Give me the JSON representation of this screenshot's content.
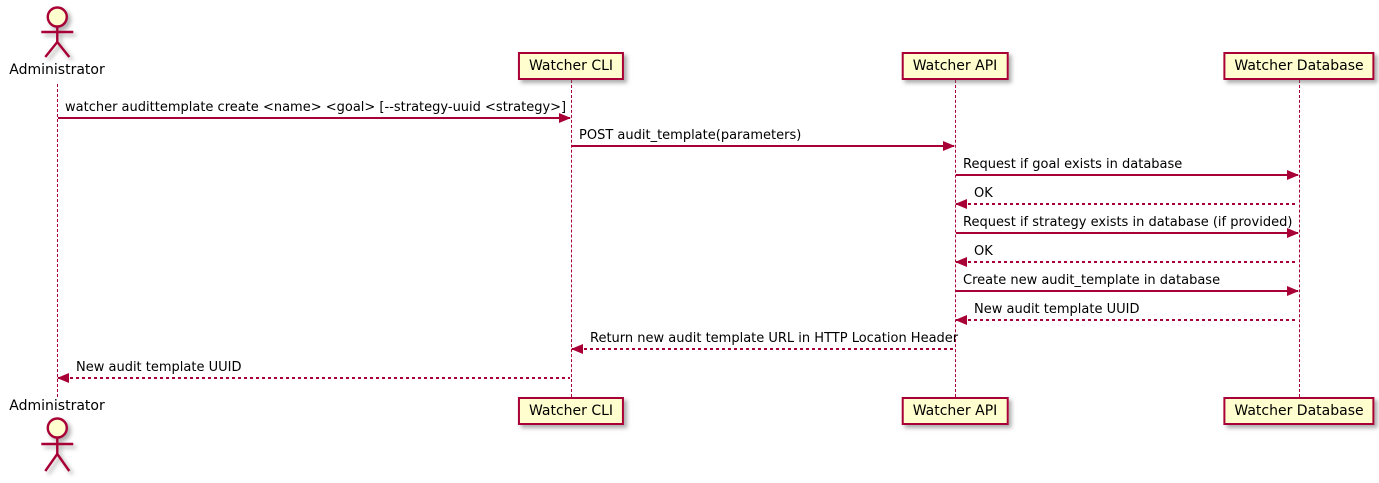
{
  "diagram": {
    "type": "uml-sequence",
    "colors": {
      "stroke": "#A80036",
      "box_fill": "#FEFECE",
      "text": "#000000",
      "background": "#ffffff"
    },
    "actors": [
      {
        "id": "admin",
        "label": "Administrator"
      }
    ],
    "participants": [
      {
        "id": "cli",
        "label": "Watcher CLI"
      },
      {
        "id": "api",
        "label": "Watcher API"
      },
      {
        "id": "db",
        "label": "Watcher Database"
      }
    ],
    "messages": [
      {
        "from": "admin",
        "to": "cli",
        "style": "solid",
        "text": "watcher audittemplate create <name> <goal> [--strategy-uuid <strategy>]"
      },
      {
        "from": "cli",
        "to": "api",
        "style": "solid",
        "text": "POST audit_template(parameters)"
      },
      {
        "from": "api",
        "to": "db",
        "style": "solid",
        "text": "Request if goal exists in database"
      },
      {
        "from": "db",
        "to": "api",
        "style": "dashed",
        "text": "OK"
      },
      {
        "from": "api",
        "to": "db",
        "style": "solid",
        "text": "Request if strategy exists in database (if provided)"
      },
      {
        "from": "db",
        "to": "api",
        "style": "dashed",
        "text": "OK"
      },
      {
        "from": "api",
        "to": "db",
        "style": "solid",
        "text": "Create new audit_template in database"
      },
      {
        "from": "db",
        "to": "api",
        "style": "dashed",
        "text": "New audit template UUID"
      },
      {
        "from": "api",
        "to": "cli",
        "style": "dashed",
        "text": "Return new audit template URL in HTTP Location Header"
      },
      {
        "from": "cli",
        "to": "admin",
        "style": "dashed",
        "text": "New audit template UUID"
      }
    ]
  }
}
